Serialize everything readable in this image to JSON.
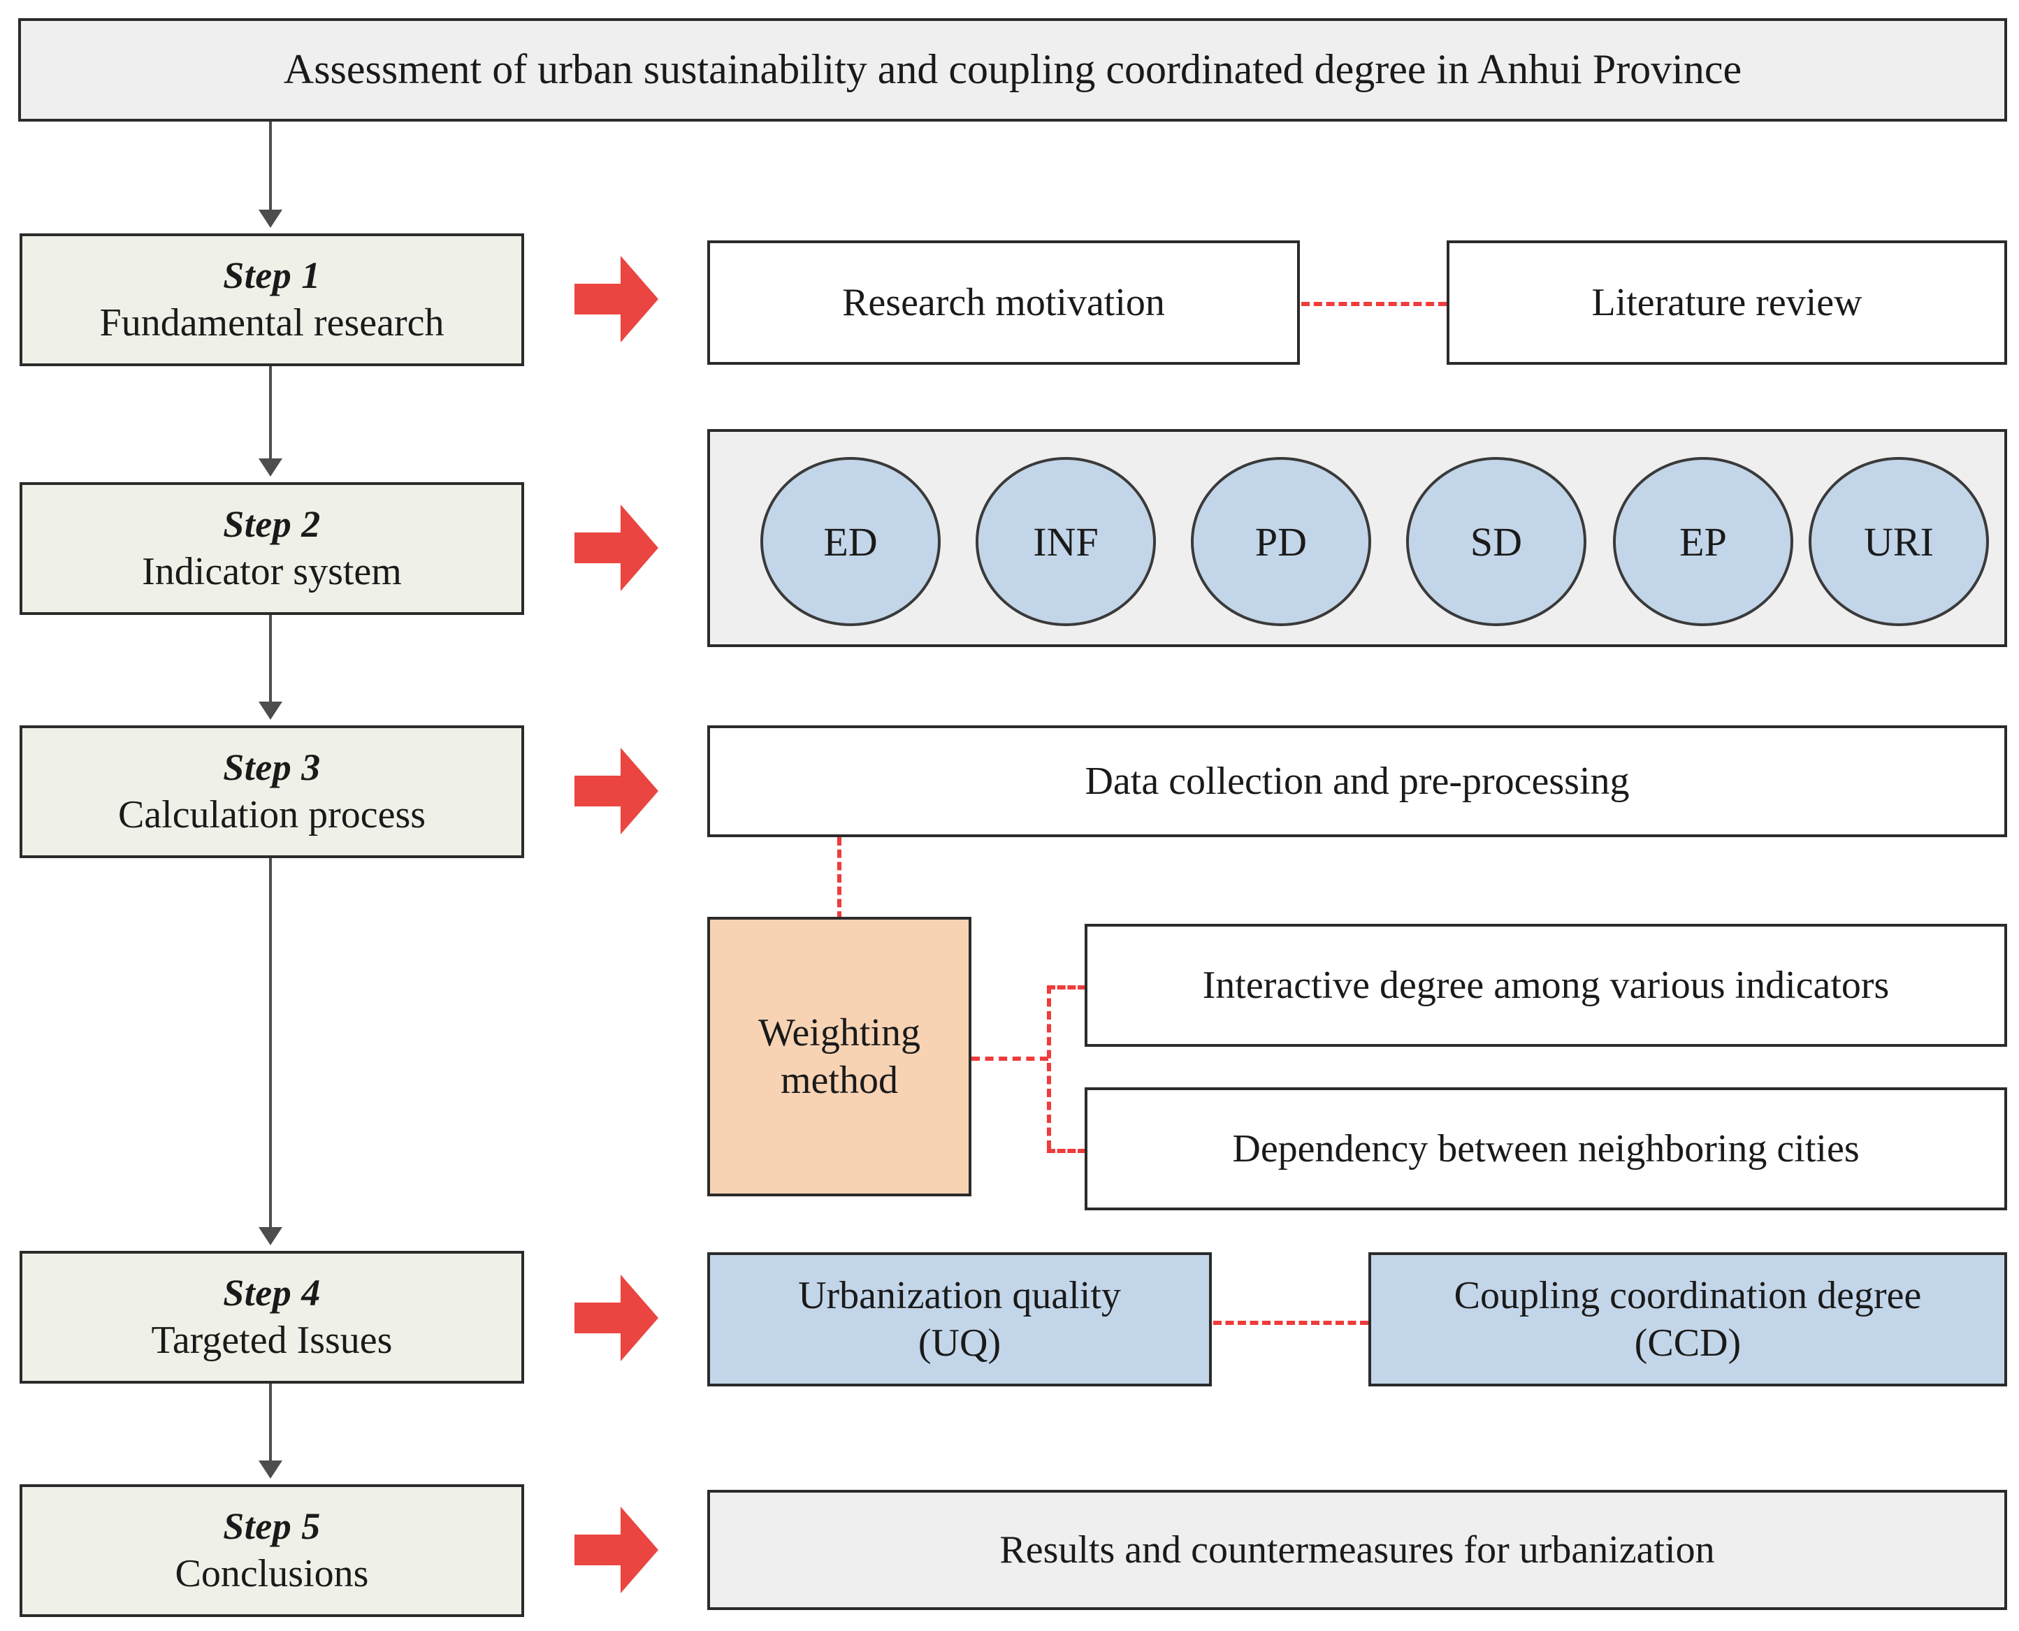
{
  "title": "Assessment of urban sustainability and coupling coordinated degree in Anhui Province",
  "colors": {
    "title_fill": "#efeff0",
    "step_fill": "#eff1e8",
    "panel_fill": "#efeff0",
    "circle_fill": "#c3d5e8",
    "weighting_fill": "#f7d3b4",
    "target_fill": "#c3d5e8",
    "red_arrow": "#ea4540",
    "dashed_connector": "#ef3b3b",
    "solid_connector": "#4d4d4d",
    "border": "#2b2b2b"
  },
  "steps": [
    {
      "num": "Step 1",
      "name": "Fundamental research"
    },
    {
      "num": "Step 2",
      "name": "Indicator system"
    },
    {
      "num": "Step 3",
      "name": "Calculation process"
    },
    {
      "num": "Step 4",
      "name": "Targeted Issues"
    },
    {
      "num": "Step 5",
      "name": "Conclusions"
    }
  ],
  "step1": {
    "research_motivation": "Research motivation",
    "literature_review": "Literature review"
  },
  "step2": {
    "indicators": [
      "ED",
      "INF",
      "PD",
      "SD",
      "EP",
      "URI"
    ]
  },
  "step3": {
    "data_collection": "Data collection and pre-processing",
    "weighting_method_line1": "Weighting",
    "weighting_method_line2": "method",
    "interactive_degree": "Interactive degree among various indicators",
    "dependency": "Dependency between neighboring cities"
  },
  "step4": {
    "uq_line1": "Urbanization quality",
    "uq_line2": "(UQ)",
    "ccd_line1": "Coupling coordination degree",
    "ccd_line2": "(CCD)"
  },
  "step5": {
    "results": "Results and countermeasures for urbanization"
  },
  "icons": {
    "red_arrow": "red-block-arrow-right-icon",
    "down_arrow": "down-arrow-icon"
  }
}
